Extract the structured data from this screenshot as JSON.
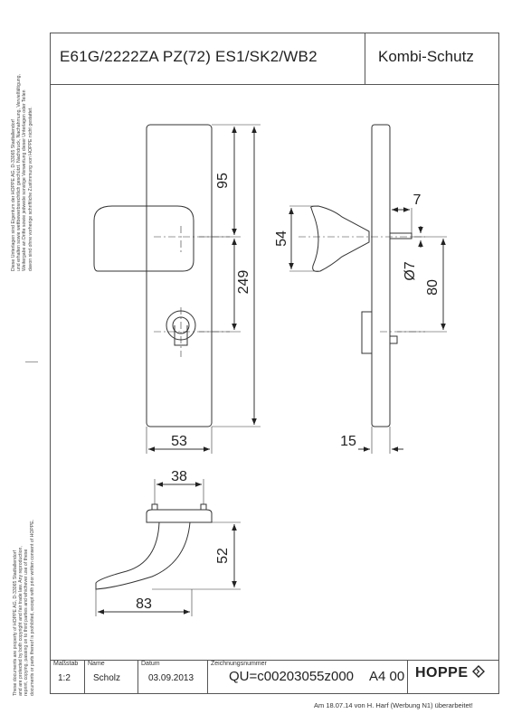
{
  "header": {
    "title": "E61G/2222ZA PZ(72) ES1/SK2/WB2",
    "subtitle": "Kombi-Schutz"
  },
  "side_notes": {
    "top": [
      "Diese Unterlagen sind Eigentum der HOPPE AG, D-33065 Stadtallendorf",
      "und erhalten sowie wettbewerbsrechtlich geschützt. Nachdruck, Nachahmung, Vervielfältigung,",
      "Weitergabe an Dritte sowie jedwede sonstige Verwertung dieser Unterlagen oder Teilen",
      "davon sind ohne vorherige schriftliche Zustimmung von HOPPE nicht gestattet."
    ],
    "bottom": [
      "These documents are property of HOPPE AG, D-33065 Stadtallendorf",
      "and are protected by both copyright and fair trade law. Any reproduction,",
      "reprint, copying, passing on to third parties and whichever use of these",
      "documents or parts thereof is prohibited, except with prior written consent of HOPPE."
    ]
  },
  "dimensions": {
    "front_height_upper": "95",
    "front_height_total": "249",
    "front_width": "53",
    "side_rose_height": "54",
    "side_depth_top": "7",
    "side_spindle": "Ø7",
    "side_distance": "80",
    "side_thickness": "15",
    "bottom_width": "38",
    "bottom_height": "52",
    "bottom_length": "83"
  },
  "title_block": {
    "scale_label": "Maßstab",
    "scale_value": "1:2",
    "name_label": "Name",
    "name_value": "Scholz",
    "date_label": "Datum",
    "date_value": "03.09.2013",
    "drawing_label": "Zeichnungsnummer",
    "drawing_value": "QU=c00203055z000",
    "format_value": "A4 00",
    "logo": "HOPPE"
  },
  "footer": "Am 18.07.14 von H. Harf (Werbung N1) überarbeitet!"
}
